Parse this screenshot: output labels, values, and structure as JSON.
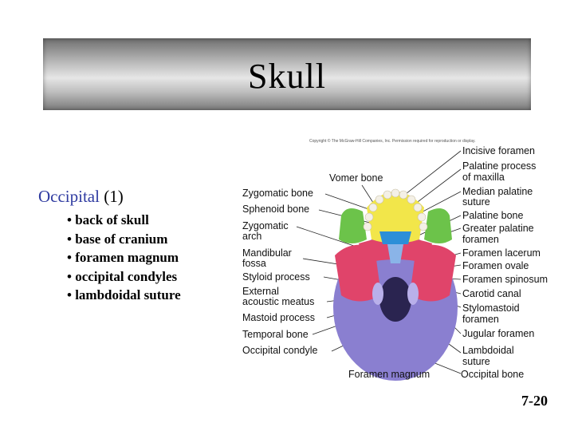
{
  "slide": {
    "title": "Skull",
    "heading_bone": "Occipital",
    "heading_count": "(1)",
    "bullets": [
      "back of skull",
      "base of cranium",
      "foramen magnum",
      "occipital condyles",
      "lambdoidal suture"
    ],
    "page_number": "7-20"
  },
  "figure": {
    "copyright": "Copyright © The McGraw-Hill Companies, Inc. Permission required for reproduction or display.",
    "left_labels": {
      "vomer_bone": "Vomer bone",
      "zygomatic_bone": "Zygomatic bone",
      "sphenoid_bone": "Sphenoid bone",
      "zygomatic_arch_1": "Zygomatic",
      "zygomatic_arch_2": "arch",
      "mandibular_fossa_1": "Mandibular",
      "mandibular_fossa_2": "fossa",
      "styloid_process": "Styloid process",
      "external_acoustic_1": "External",
      "external_acoustic_2": "acoustic meatus",
      "mastoid_process": "Mastoid process",
      "temporal_bone": "Temporal bone",
      "occipital_condyle": "Occipital condyle",
      "foramen_magnum": "Foramen magnum"
    },
    "right_labels": {
      "incisive_foramen": "Incisive foramen",
      "palatine_process_1": "Palatine process",
      "palatine_process_2": "of maxilla",
      "median_palatine_1": "Median palatine",
      "median_palatine_2": "suture",
      "palatine_bone": "Palatine bone",
      "greater_palatine_1": "Greater palatine",
      "greater_palatine_2": "foramen",
      "foramen_lacerum": "Foramen lacerum",
      "foramen_ovale": "Foramen ovale",
      "foramen_spinosum": "Foramen spinosum",
      "carotid_canal": "Carotid canal",
      "stylomastoid_1": "Stylomastoid",
      "stylomastoid_2": "foramen",
      "jugular_foramen": "Jugular foramen",
      "lambdoidal_1": "Lambdoidal",
      "lambdoidal_2": "suture",
      "occipital_bone": "Occipital bone"
    },
    "colors": {
      "occipital": "#8a7fd0",
      "temporal": "#e0446a",
      "sphenoid": "#e0446a",
      "maxilla": "#f2e64a",
      "palatine": "#2c8fd8",
      "zygomatic": "#6cc34a",
      "vomer": "#8ab4e8",
      "teeth": "#f4f0e6"
    }
  }
}
